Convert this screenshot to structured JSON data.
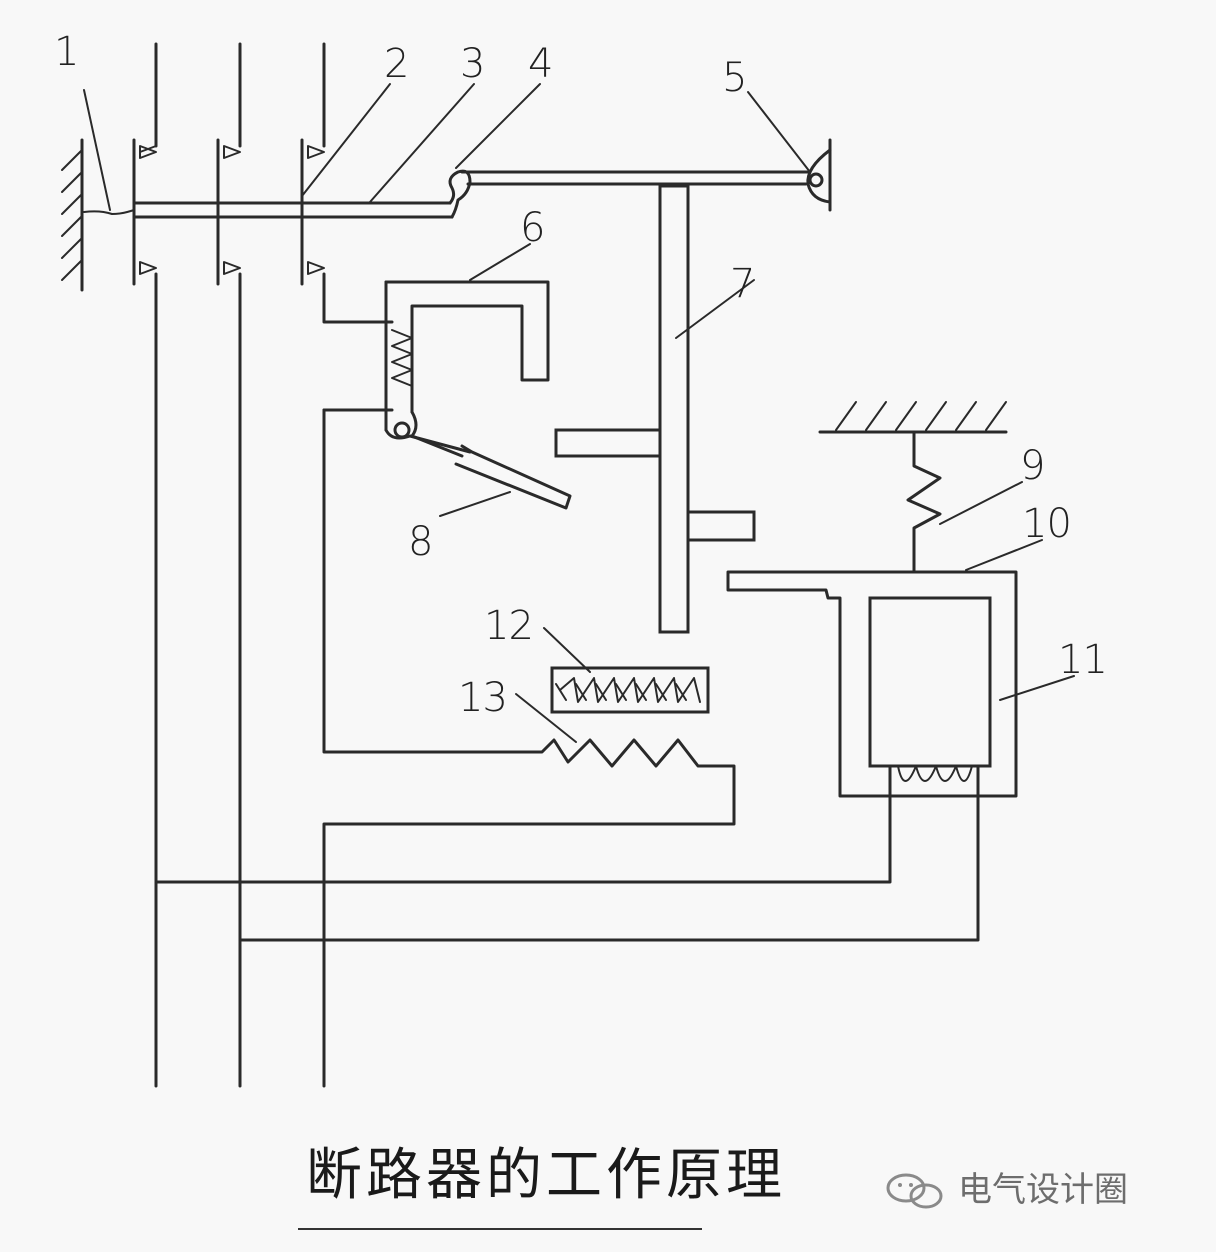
{
  "caption": "断路器的工作原理",
  "watermark": "电气设计圈",
  "labels": [
    "1",
    "2",
    "3",
    "4",
    "5",
    "6",
    "7",
    "8",
    "9",
    "10",
    "11",
    "12",
    "13"
  ],
  "colors": {
    "line": "#2a2a2a",
    "background": "#f8f8f8"
  }
}
